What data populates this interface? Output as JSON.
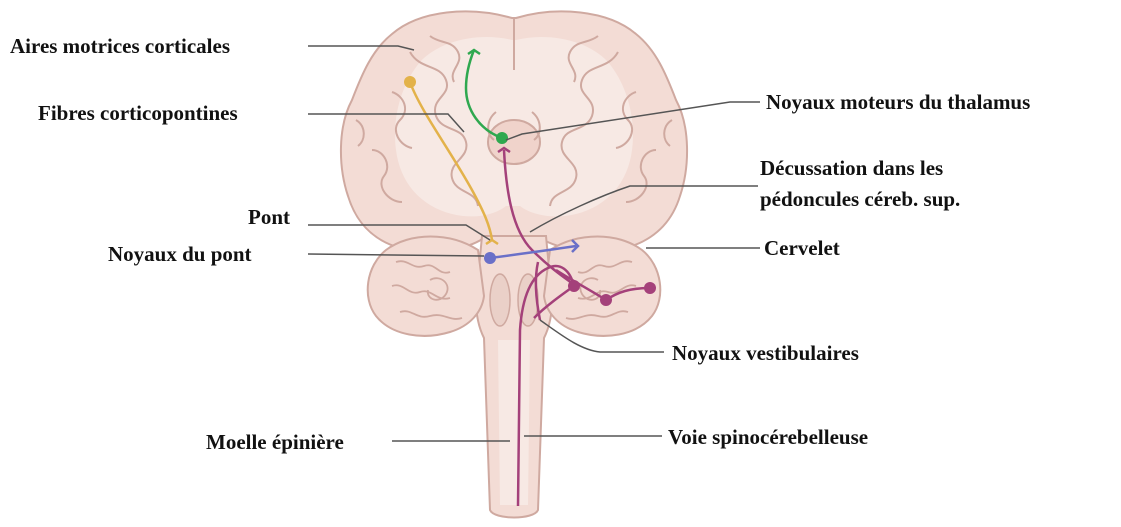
{
  "labels": {
    "aires_motrices": "Aires motrices corticales",
    "fibres_corticopontines": "Fibres corticopontines",
    "pont": "Pont",
    "noyaux_du_pont": "Noyaux du pont",
    "moelle": "Moelle épinière",
    "noyaux_moteurs_thalamus": "Noyaux moteurs du thalamus",
    "decussation_line1": "Décussation dans les",
    "decussation_line2": "pédoncules céreb. sup.",
    "cervelet": "Cervelet",
    "noyaux_vestibulaires": "Noyaux vestibulaires",
    "voie_spinocerebelleuse": "Voie spinocérebelleuse"
  },
  "colors": {
    "tissue_fill": "#f3dcd5",
    "tissue_stroke": "#cfa9a0",
    "white_matter": "#f7e9e4",
    "pathway_cortico_pontine": "#e3b24a",
    "pathway_thalamic": "#2fa84f",
    "pathway_cerebellar_output": "#a4417a",
    "pathway_pontine": "#6a70c8",
    "leader_line": "#555555"
  }
}
